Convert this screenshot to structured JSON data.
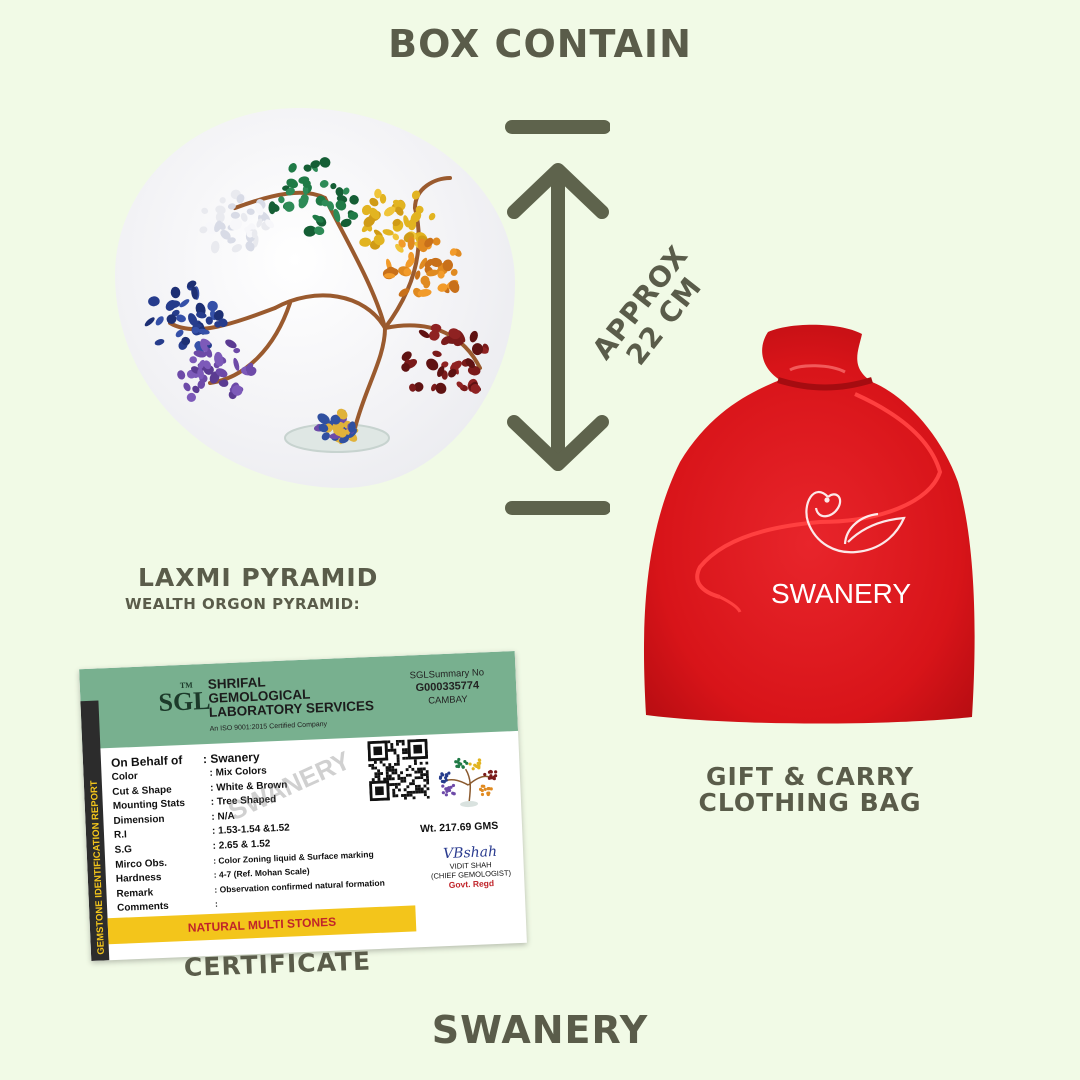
{
  "title": "BOX CONTAIN",
  "size_label": "APPROX 22 CM",
  "tree": {
    "line1": "LAXMI PYRAMID",
    "line2": "WEALTH ORGON PYRAMID:"
  },
  "bag": {
    "brand": "SWANERY",
    "label_line1": "GIFT & CARRY",
    "label_line2": "CLOTHING BAG",
    "color": "#e2141d"
  },
  "certificate": {
    "label": "CERTIFICATE",
    "side_text": "GEMSTONE IDENTIFICATION REPORT",
    "lab_line1": "SHRIFAL",
    "lab_line2": "GEMOLOGICAL",
    "lab_line3": "LABORATORY SERVICES",
    "iso": "An ISO 9001:2015 Certified Company",
    "summary_label": "SGLSummary No",
    "summary_no": "G000335774",
    "city": "CAMBAY",
    "on_behalf_label": "On Behalf of",
    "on_behalf_value": ": Swanery",
    "fields": [
      {
        "label": "Color",
        "value": ": Mix Colors"
      },
      {
        "label": "Cut & Shape",
        "value": ": White & Brown"
      },
      {
        "label": "Mounting Stats",
        "value": ": Tree Shaped"
      },
      {
        "label": "Dimension",
        "value": ": N/A"
      },
      {
        "label": "R.I",
        "value": ": 1.53-1.54 &1.52"
      },
      {
        "label": "S.G",
        "value": ": 2.65 & 1.52"
      },
      {
        "label": "Mirco Obs.",
        "value": ": Color Zoning liquid & Surface marking"
      },
      {
        "label": "Hardness",
        "value": ": 4-7 (Ref. Mohan Scale)"
      },
      {
        "label": "Remark",
        "value": ": Observation confirmed natural formation"
      },
      {
        "label": "Comments",
        "value": ": "
      }
    ],
    "weight": "Wt. 217.69 GMS",
    "signature": "VBshah",
    "signer_name": "VIDIT SHAH",
    "signer_title": "(CHIEF GEMOLOGIST)",
    "regd": "Govt. Regd",
    "footer": "NATURAL MULTI STONES",
    "watermark": "SWANERY"
  },
  "brand_footer": "SWANERY"
}
